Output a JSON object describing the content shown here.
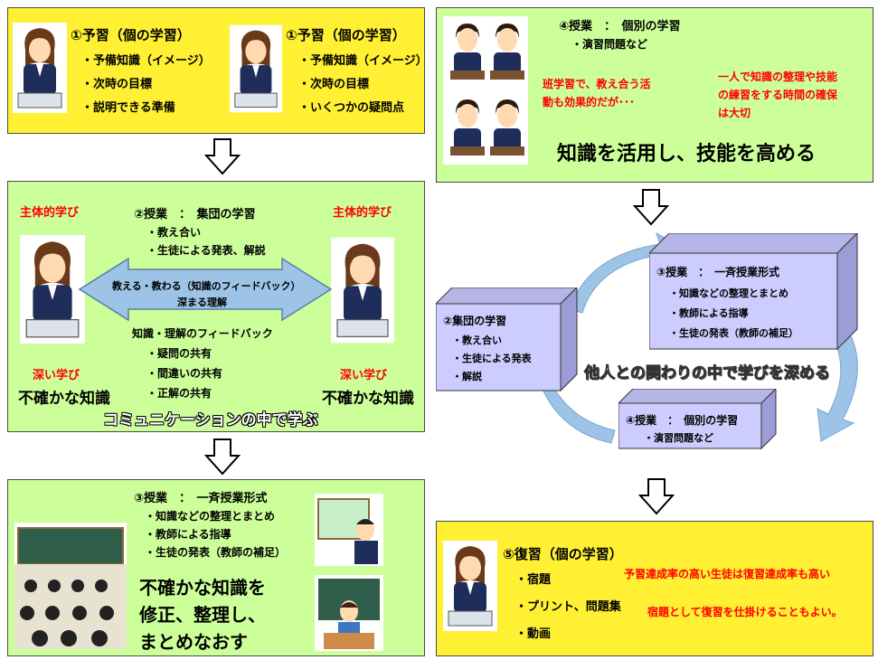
{
  "panel1": {
    "left": {
      "title": "①予習（個の学習）",
      "items": [
        "・予備知識（イメージ）",
        "・次時の目標",
        "・説明できる準備"
      ]
    },
    "right": {
      "title": "①予習（個の学習）",
      "items": [
        "・予備知識（イメージ）",
        "・次時の目標",
        "・いくつかの疑問点"
      ]
    }
  },
  "panel2": {
    "title": "②授業　：　集団の学習",
    "items_top": [
      "・教え合い",
      "・生徒による発表、解説"
    ],
    "arrow_text": [
      "教える・教わる（知識のフィードバック）",
      "深まる理解"
    ],
    "fb_title": "知識・理解のフィードバック",
    "items_bottom": [
      "・疑問の共有",
      "・間違いの共有",
      "・正解の共有"
    ],
    "left_top": "主体的学び",
    "left_bottom": "深い学び",
    "left_caption": "不確かな知識",
    "right_top": "主体的学び",
    "right_bottom": "深い学び",
    "right_caption": "不確かな知識",
    "banner": "コミュニケーションの中で学ぶ"
  },
  "panel3": {
    "title": "③授業　：　一斉授業形式",
    "items": [
      "・知識などの整理とまとめ",
      "・教師による指導",
      "・生徒の発表（教師の補足）"
    ],
    "big": [
      "不確かな知識を",
      "修正、整理し、",
      "まとめなおす"
    ]
  },
  "panel4": {
    "title": "④授業　：　個別の学習",
    "sub": "・演習問題など",
    "note_left": [
      "班学習で、教え合う活",
      "動も効果的だが･･･"
    ],
    "note_right": [
      "一人で知識の整理や技能",
      "の練習をする時間の確保",
      "は大切"
    ],
    "big": "知識を活用し、技能を高める"
  },
  "cycle": {
    "box2": {
      "title": "②集団の学習",
      "items": [
        "・教え合い",
        "・生徒による発表",
        "・解説"
      ]
    },
    "box3": {
      "title": "③授業　：　一斉授業形式",
      "items": [
        "・知識などの整理とまとめ",
        "・教師による指導",
        "・生徒の発表（教師の補足）"
      ]
    },
    "box4": {
      "title": "④授業　：　個別の学習",
      "items": [
        "・演習問題など"
      ]
    },
    "center": "他人との関わりの中で学びを深める"
  },
  "panel5": {
    "title": "⑤復習（個の学習）",
    "items": [
      "・宿題",
      "・プリント、問題集",
      "・動画"
    ],
    "note1": "予習達成率の高い生徒は復習達成率も高い",
    "note2": "宿題として復習を仕掛けることもよい。"
  },
  "colors": {
    "yellow": "#fff033",
    "green": "#ccff99",
    "red": "#ff0000",
    "cube": "#ccccff",
    "arrow": "#9dc3e6"
  }
}
